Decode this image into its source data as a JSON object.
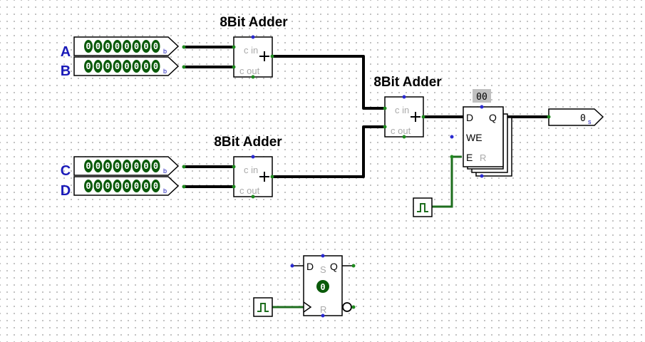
{
  "adders": [
    {
      "title": "8Bit Adder",
      "cin": "c in",
      "cout": "c out"
    },
    {
      "title": "8Bit Adder",
      "cin": "c in",
      "cout": "c out"
    },
    {
      "title": "8Bit Adder",
      "cin": "c in",
      "cout": "c out"
    }
  ],
  "inputs": [
    {
      "label": "A",
      "value": "00000000",
      "radix": "b"
    },
    {
      "label": "B",
      "value": "00000000",
      "radix": "b"
    },
    {
      "label": "C",
      "value": "00000000",
      "radix": "b"
    },
    {
      "label": "D",
      "value": "00000000",
      "radix": "b"
    }
  ],
  "register": {
    "value": "00",
    "d": "D",
    "q": "Q",
    "we": "WE",
    "e": "E",
    "r": "R"
  },
  "output": {
    "value": "0",
    "radix": "s"
  },
  "flipflop": {
    "d": "D",
    "s": "S",
    "q": "Q",
    "r": "R",
    "state": "0"
  },
  "colors": {
    "wire": "#000000",
    "wire_active": "#1e6e1e",
    "led_on": "#0a5a0a",
    "pin_blue": "#1a1ab8",
    "register_bg": "#c0c0c0"
  }
}
